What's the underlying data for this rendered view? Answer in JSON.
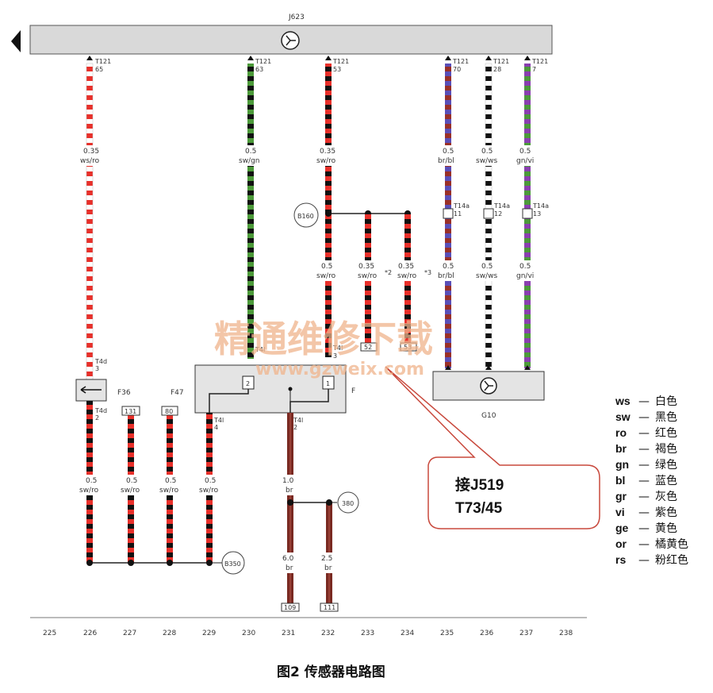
{
  "top_component": {
    "label": "J623"
  },
  "pins_top": [
    {
      "conn": "T121",
      "pin": "65",
      "gauge": "0.35",
      "color": "ws/ro"
    },
    {
      "conn": "T121",
      "pin": "63",
      "gauge": "0.5",
      "color": "sw/gn"
    },
    {
      "conn": "T121",
      "pin": "53",
      "gauge": "0.35",
      "color": "sw/ro"
    },
    {
      "conn": "T121",
      "pin": "70",
      "gauge": "0.5",
      "color": "br/bl"
    },
    {
      "conn": "T121",
      "pin": "28",
      "gauge": "0.5",
      "color": "sw/ws"
    },
    {
      "conn": "T121",
      "pin": "7",
      "gauge": "0.5",
      "color": "gn/vi"
    }
  ],
  "splice_b160": "B160",
  "splice_b350": "B350",
  "splice_380": "380",
  "mid_wires": [
    {
      "gauge": "0.5",
      "color": "sw/ro"
    },
    {
      "gauge": "0.35",
      "color": "sw/ro",
      "note": "*2"
    },
    {
      "gauge": "0.35",
      "color": "sw/ro",
      "note": "*3"
    },
    {
      "gauge": "0.5",
      "color": "br/bl"
    },
    {
      "gauge": "0.5",
      "color": "sw/ws"
    },
    {
      "gauge": "0.5",
      "color": "gn/vi"
    }
  ],
  "t14a": [
    {
      "conn": "T14a",
      "pin": "11"
    },
    {
      "conn": "T14a",
      "pin": "12"
    },
    {
      "conn": "T14a",
      "pin": "13"
    }
  ],
  "refboxes": {
    "r52": "52",
    "r53": "53",
    "r131": "131",
    "r80": "80",
    "r109": "109",
    "r111": "111"
  },
  "components": {
    "f36": "F36",
    "f47": "F47",
    "f": "F",
    "g10": "G10"
  },
  "f_pins": {
    "p2": "2",
    "p1": "1",
    "p3": "3",
    "tl": "T4l",
    "tl2": "T4l",
    "t4d": "T4d",
    "t4d2": "T4d",
    "t4l4": "T4l",
    "t4l2": "T4l",
    "n4": "4",
    "n2": "2",
    "n3": "3",
    "n3b": "3",
    "n2b": "2",
    "n4b": "4",
    "nF2": "2"
  },
  "bottom_wires": [
    {
      "gauge": "0.5",
      "color": "sw/ro"
    },
    {
      "gauge": "0.5",
      "color": "sw/ro"
    },
    {
      "gauge": "0.5",
      "color": "sw/ro"
    },
    {
      "gauge": "0.5",
      "color": "sw/ro"
    },
    {
      "gauge": "1.0",
      "color": "br"
    },
    {
      "gauge": "6.0",
      "color": "br"
    },
    {
      "gauge": "2.5",
      "color": "br"
    }
  ],
  "columns": [
    "225",
    "226",
    "227",
    "228",
    "229",
    "230",
    "231",
    "232",
    "233",
    "234",
    "235",
    "236",
    "237",
    "238"
  ],
  "legend": [
    {
      "code": "ws",
      "name": "白色"
    },
    {
      "code": "sw",
      "name": "黑色"
    },
    {
      "code": "ro",
      "name": "红色"
    },
    {
      "code": "br",
      "name": "褐色"
    },
    {
      "code": "gn",
      "name": "绿色"
    },
    {
      "code": "bl",
      "name": "蓝色"
    },
    {
      "code": "gr",
      "name": "灰色"
    },
    {
      "code": "vi",
      "name": "紫色"
    },
    {
      "code": "ge",
      "name": "黄色"
    },
    {
      "code": "or",
      "name": "橘黄色"
    },
    {
      "code": "rs",
      "name": "粉红色"
    }
  ],
  "legend_dash": "—",
  "callout": {
    "line1": "接J519",
    "line2": "T73/45"
  },
  "watermark": {
    "cn": "精通维修下载",
    "url": "www.gzweix.com"
  },
  "caption": "图2  传感器电路图"
}
